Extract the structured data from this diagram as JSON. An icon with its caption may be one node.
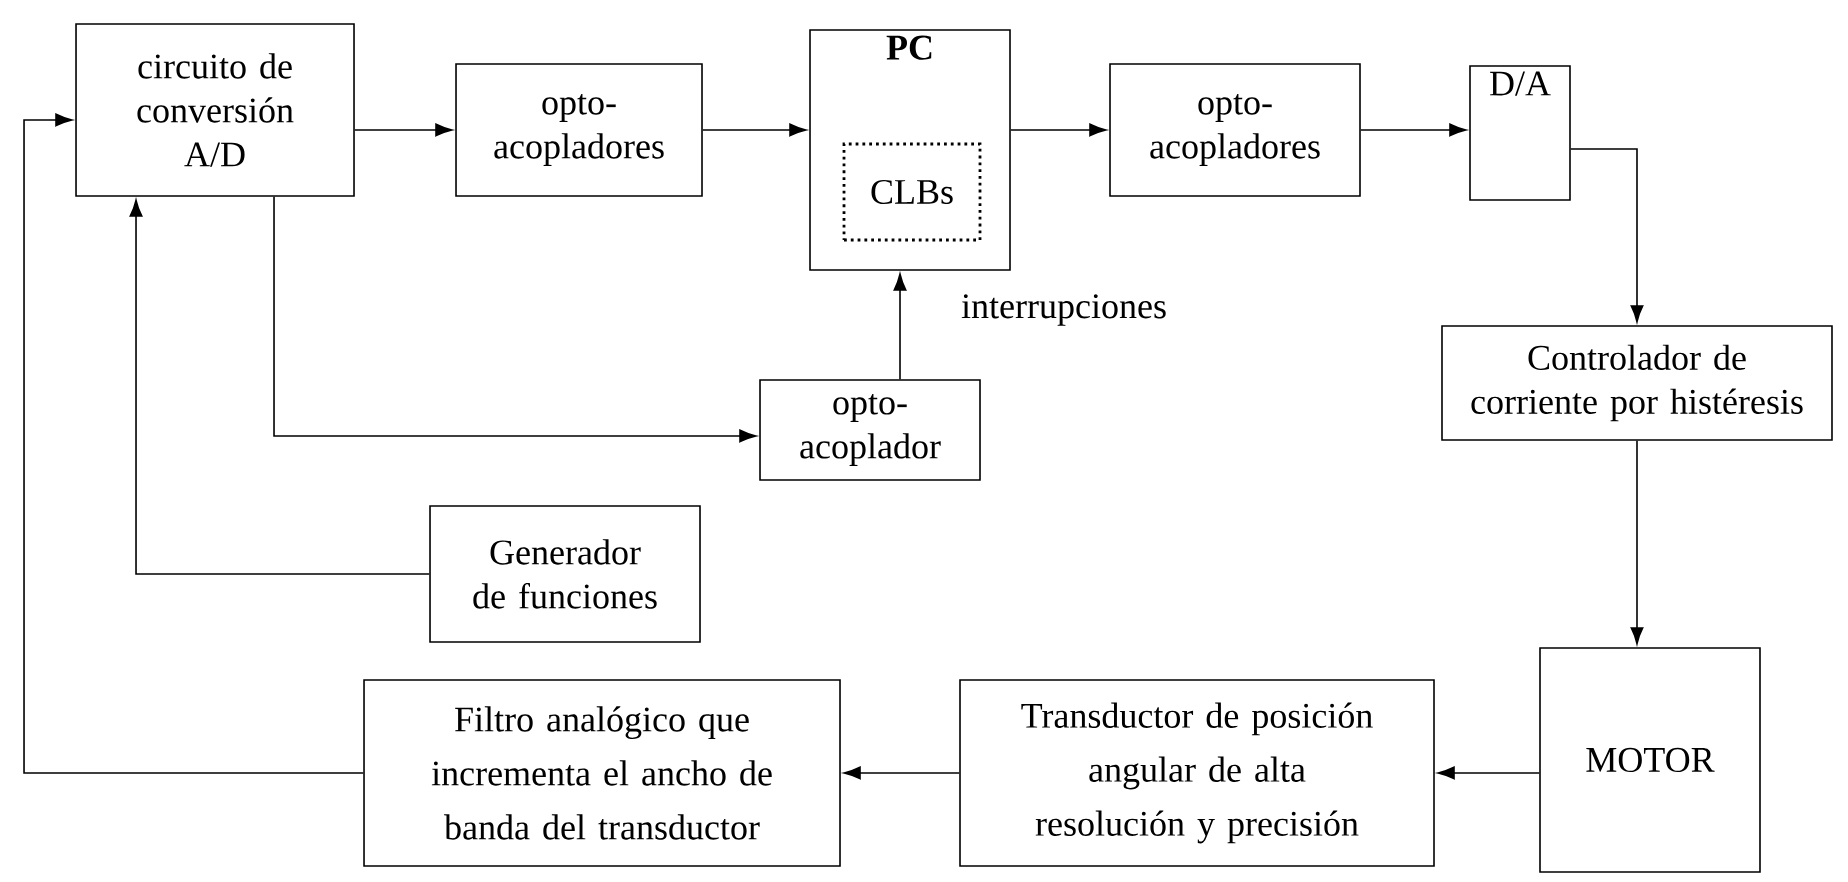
{
  "diagram": {
    "nodes": [
      {
        "text": [
          "circuito de conversión A/D"
        ]
      },
      {
        "text": [
          "opto-acopladores"
        ]
      },
      {
        "text": [
          "PC"
        ]
      },
      {
        "text": [
          "CLBs"
        ],
        "in": 2
      },
      {
        "text": [
          "opto-acopladores"
        ]
      },
      {
        "text": [
          "D/A"
        ]
      },
      {
        "text": [
          "opto-acoplador"
        ]
      },
      {
        "text": [
          "Generador de funciones"
        ]
      },
      {
        "text": [
          "Controlador de corriente por histéresis"
        ]
      },
      {
        "text": [
          "MOTOR"
        ]
      },
      {
        "text": [
          "Transductor de posición angular de alta resolución y precisión"
        ]
      },
      {
        "text": [
          "Filtro analógico que incrementa el ancho de banda del transductor"
        ]
      }
    ],
    "edges": [
      {
        "from": 0,
        "to": 1,
        "arrow": "to"
      },
      {
        "from": 1,
        "to": 2,
        "arrow": "to"
      },
      {
        "from": 2,
        "to": 4,
        "arrow": "to"
      },
      {
        "from": 4,
        "to": 5,
        "arrow": "to"
      },
      {
        "from": 5,
        "to": 8,
        "arrow": "to"
      },
      {
        "from": 8,
        "to": 9,
        "arrow": "to"
      },
      {
        "from": 9,
        "to": 10,
        "arrow": "to"
      },
      {
        "from": 10,
        "to": 11,
        "arrow": "to"
      },
      {
        "from": 11,
        "to": 0,
        "arrow": "to"
      },
      {
        "from": 7,
        "to": 0,
        "arrow": "to"
      },
      {
        "from": 0,
        "to": 6,
        "arrow": "to"
      },
      {
        "from": 6,
        "to": 2,
        "arrow": "to",
        "label": "interrupciones"
      }
    ]
  }
}
